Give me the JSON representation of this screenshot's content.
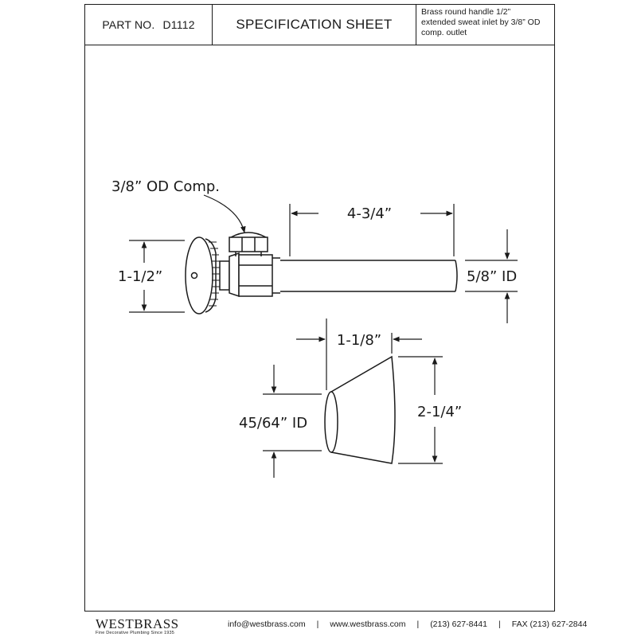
{
  "header": {
    "part_label": "PART NO.",
    "part_number": "D1112",
    "title": "SPECIFICATION SHEET",
    "description_lines": [
      "Brass round handle 1/2”",
      "extended sweat inlet by 3/8” OD",
      "comp. outlet"
    ]
  },
  "dimensions": {
    "outlet_label": "3/8” OD Comp.",
    "length": "4-3/4”",
    "handle_height": "1-1/2”",
    "inlet_id": "5/8” ID",
    "flange_depth": "1-1/8”",
    "flange_id": "45/64” ID",
    "flange_height": "2-1/4”"
  },
  "footer": {
    "brand": "WESTBRASS",
    "tagline": "Fine Decorative Plumbing Since 1935",
    "email": "info@westbrass.com",
    "website": "www.westbrass.com",
    "phone": "(213) 627-8441",
    "fax": "FAX (213) 627-2844"
  }
}
